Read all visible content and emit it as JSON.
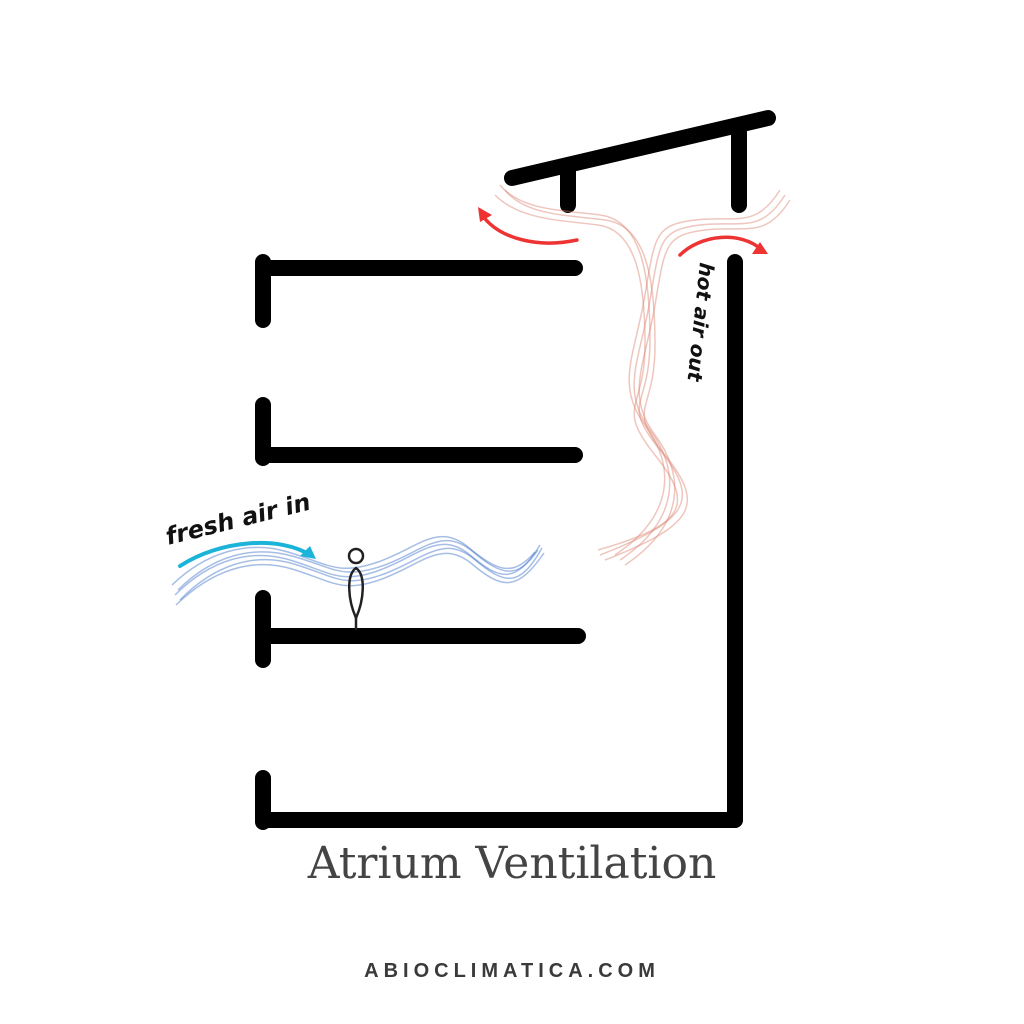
{
  "title": "Atrium Ventilation",
  "website": "ABIOCLIMATICA.COM",
  "labels": {
    "fresh_air": "fresh air in",
    "hot_air": "hot air out"
  },
  "colors": {
    "wall": "#000000",
    "fresh_air_arrow": "#1bb4d8",
    "fresh_air_stream": "#3a6fc8",
    "hot_air_arrow": "#ee3333",
    "hot_air_stream": "#d9806f",
    "title_text": "#444444"
  },
  "icons": [
    "person-icon",
    "fresh-air-arrow-icon",
    "hot-air-arrow-icon"
  ]
}
